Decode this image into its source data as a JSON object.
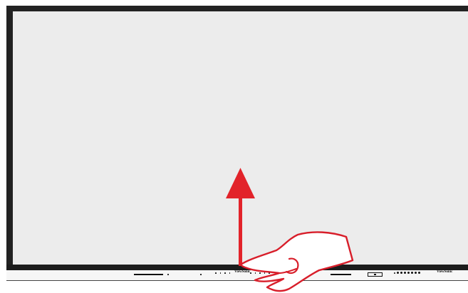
{
  "figure": {
    "subject": "interactive-flat-panel-display",
    "gesture": "swipe-up-from-bottom-edge",
    "colors": {
      "frame": "#222222",
      "screen": "#ececec",
      "arrow": "#e2232a",
      "hand_outline": "#d81e2a",
      "hand_fill": "#ffffff",
      "strip": "#f6f6f6"
    }
  },
  "display": {
    "brand_left": "ViewSonic",
    "brand_right": "ViewSonic"
  },
  "icons": {
    "arrow": "arrow-up-icon",
    "hand": "pointing-hand-icon"
  }
}
